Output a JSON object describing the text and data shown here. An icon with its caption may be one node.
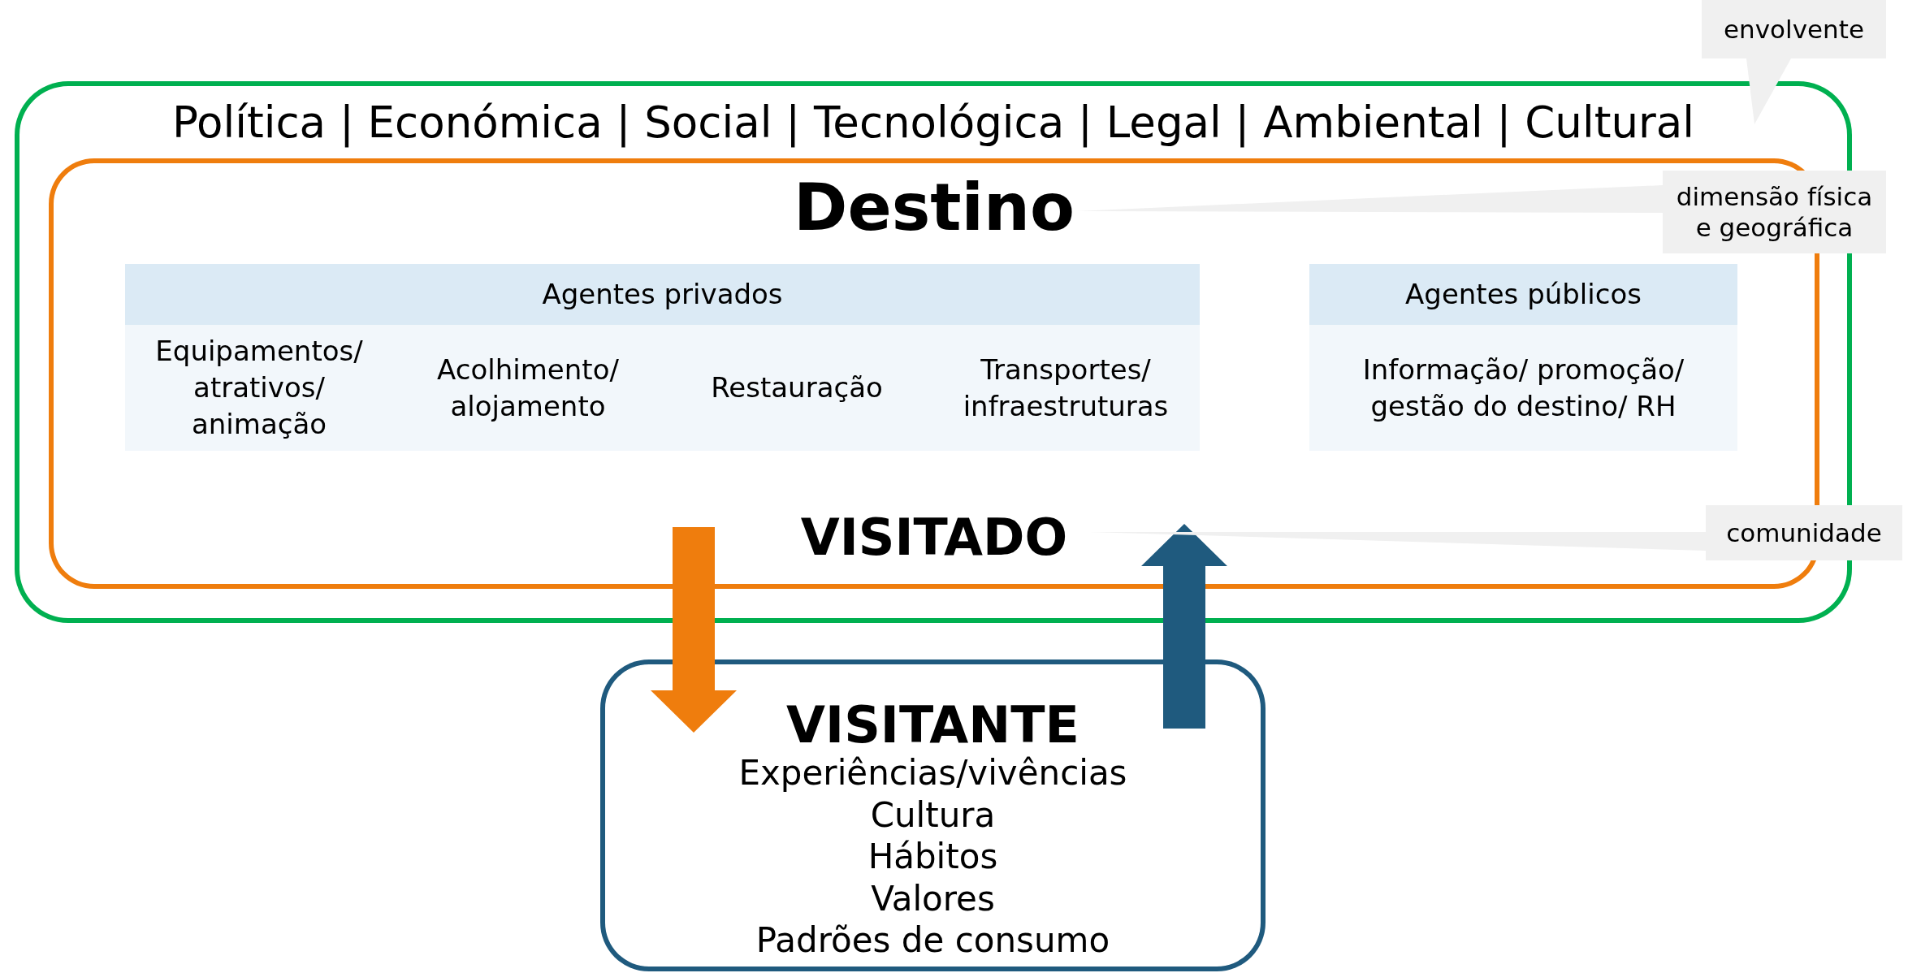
{
  "diagram": {
    "nodes": [
      {
        "text": [
          "Política | Económica | Social | Tecnológica | Legal | Ambiental | Cultural"
        ]
      },
      {
        "text": [
          "Destino",
          "VISITADO"
        ],
        "in": 0
      },
      {
        "text": [
          "Agentes privados"
        ],
        "in": 1
      },
      {
        "text": [
          "Equipamentos/ atrativos/ animação"
        ],
        "in": 2
      },
      {
        "text": [
          "Acolhimento/ alojamento"
        ],
        "in": 2
      },
      {
        "text": [
          "Restauração"
        ],
        "in": 2
      },
      {
        "text": [
          "Transportes/ infraestruturas"
        ],
        "in": 2
      },
      {
        "text": [
          "Agentes públicos",
          "Informação/ promoção/ gestão do destino/ RH"
        ],
        "in": 1
      },
      {
        "text": [
          "VISITANTE",
          "Experiências/vivências",
          "Cultura",
          "Hábitos",
          "Valores",
          "Padrões de consumo"
        ]
      },
      {
        "text": [
          "envolvente"
        ]
      },
      {
        "text": [
          "dimensão física e geográfica"
        ]
      },
      {
        "text": [
          "comunidade"
        ]
      }
    ],
    "edges": [
      {
        "from": 1,
        "to": 8,
        "arrow": "to",
        "style": "thick",
        "color": "#ef7d0d"
      },
      {
        "from": 8,
        "to": 1,
        "arrow": "to",
        "style": "thick",
        "color": "#1f5a7e"
      },
      {
        "from": 10,
        "to": 1,
        "arrow": "none"
      },
      {
        "from": 11,
        "to": 1,
        "arrow": "none"
      }
    ]
  }
}
